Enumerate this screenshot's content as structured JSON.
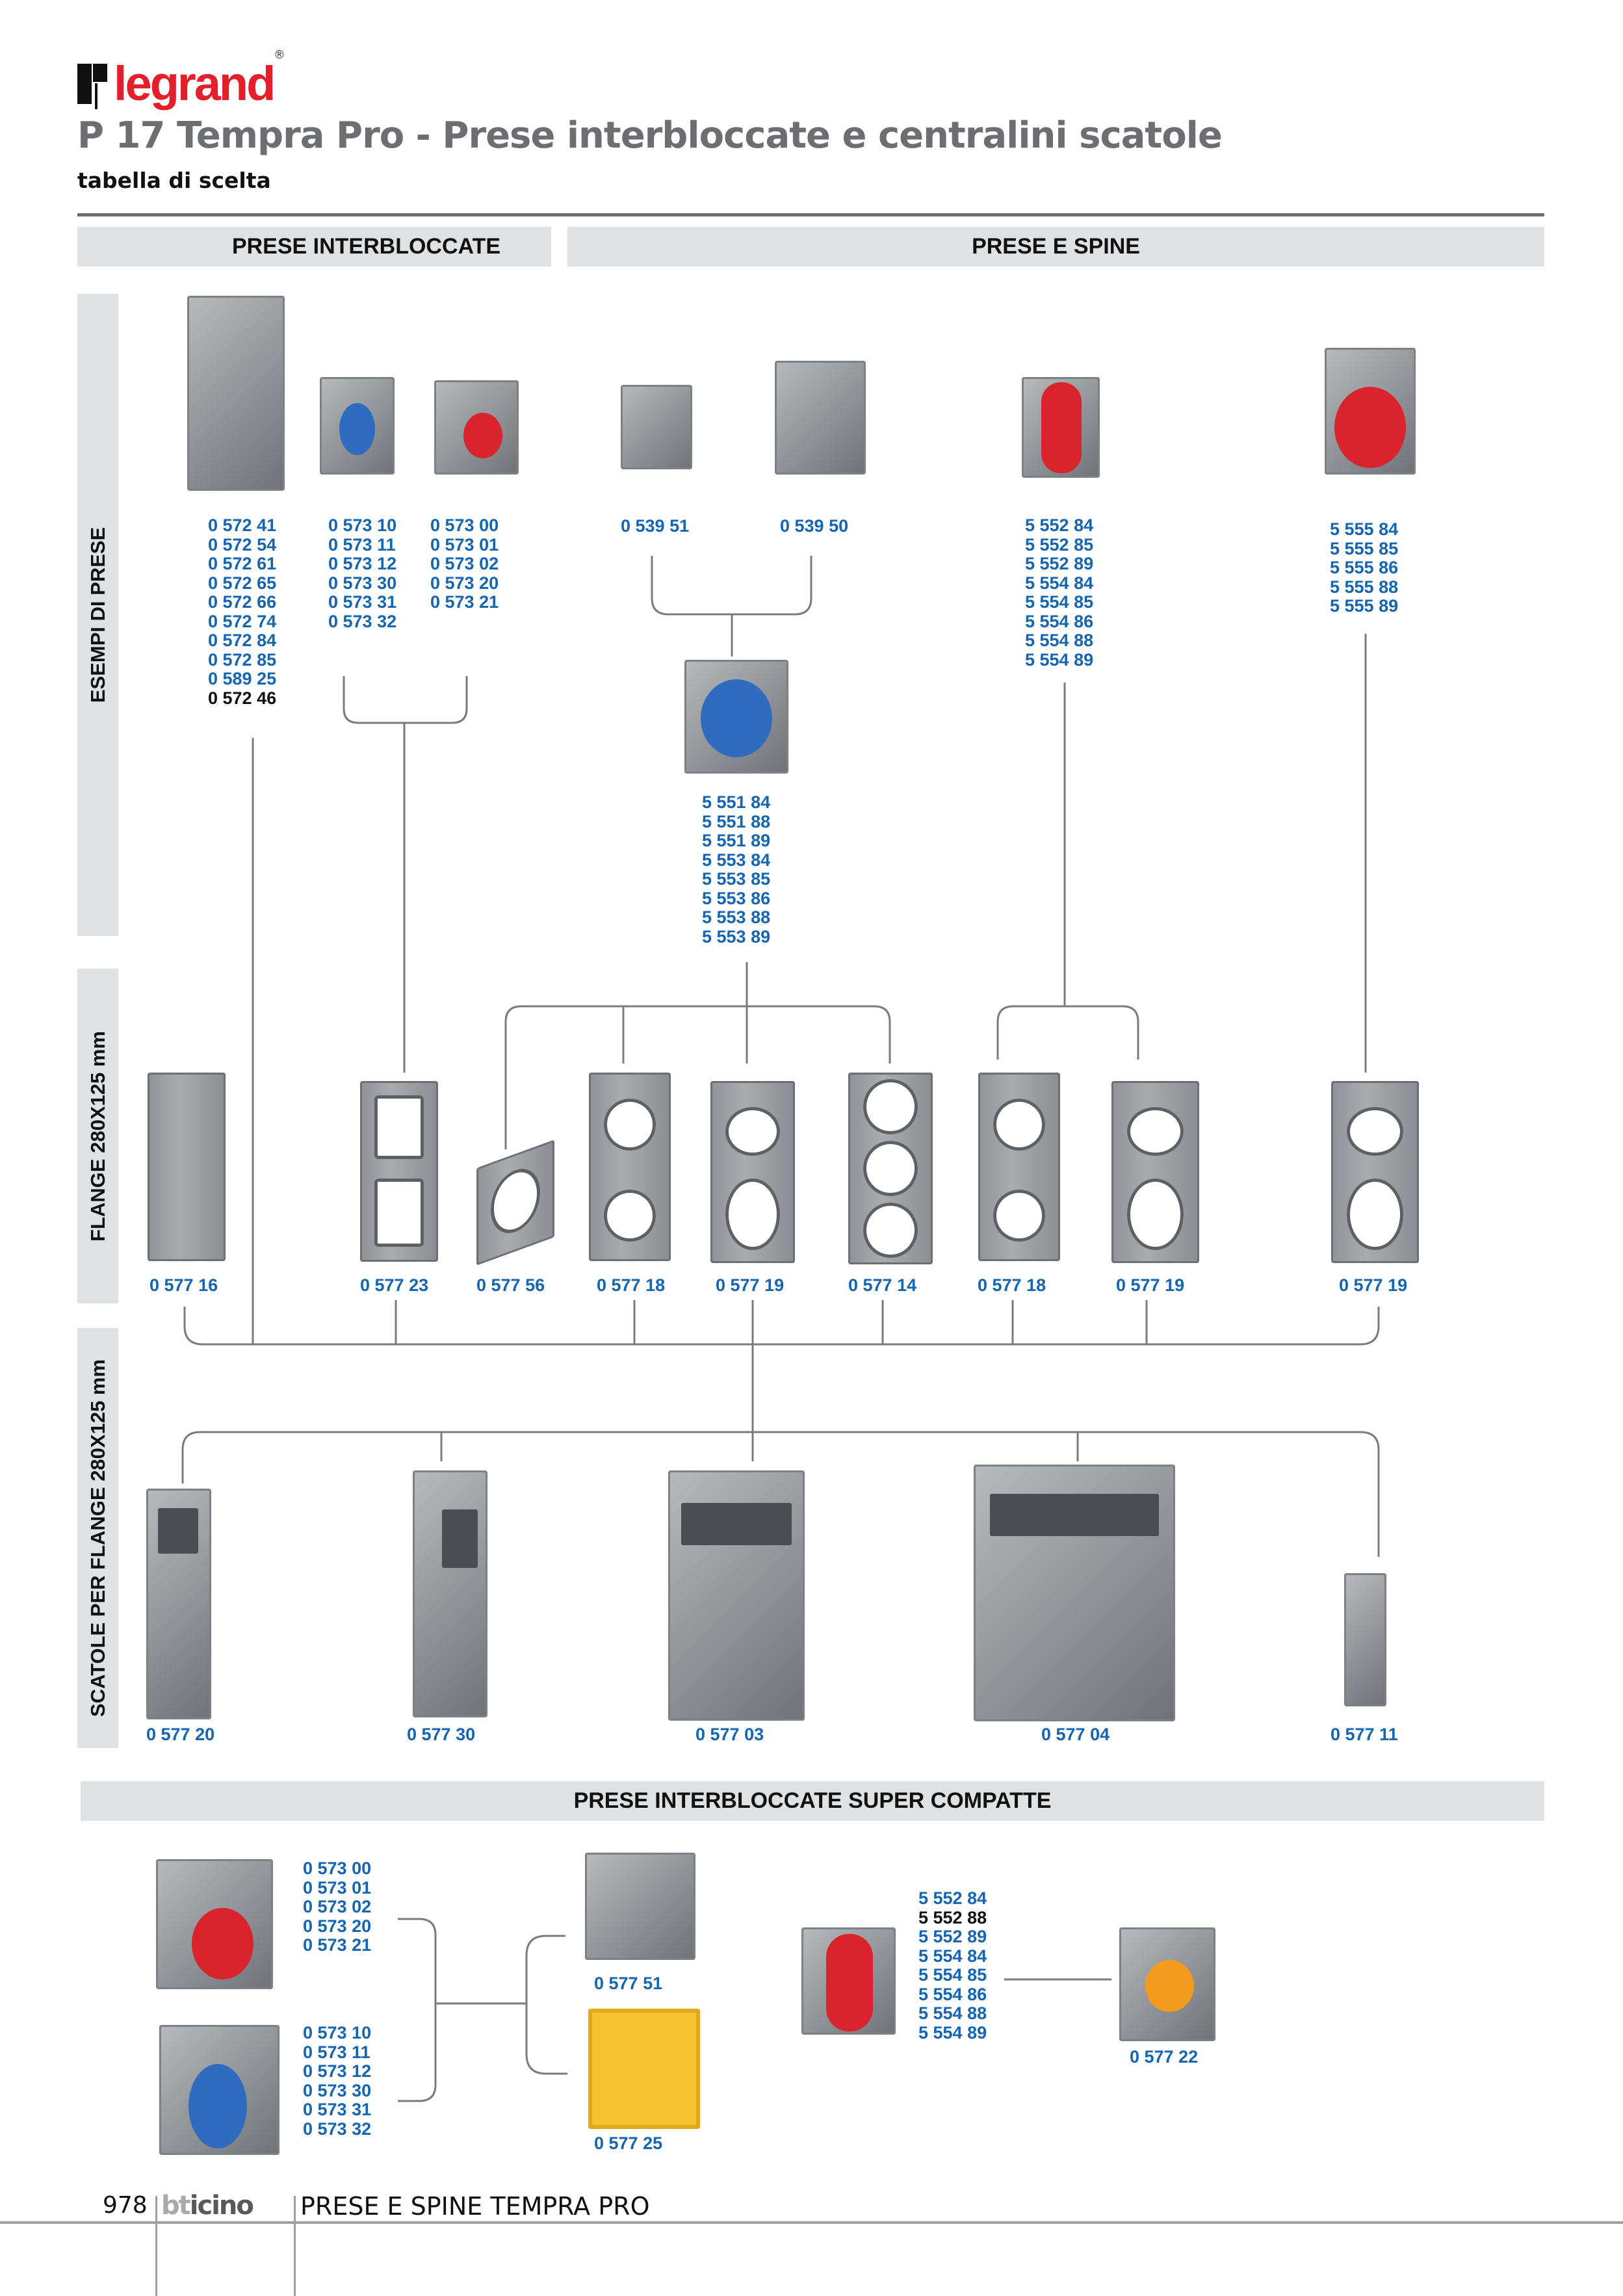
{
  "brand": {
    "logo_text": "legrand",
    "registered": "®"
  },
  "header": {
    "title": "P 17 Tempra Pro - Prese interbloccate e centralini scatole",
    "subtitle": "tabella di scelta"
  },
  "section_headers": {
    "prese_interbloccate": "PRESE INTERBLOCCATE",
    "prese_e_spine": "PRESE E SPINE",
    "super_compatte": "PRESE INTERBLOCCATE SUPER COMPATTE"
  },
  "row_labels": {
    "esempi": "ESEMPI DI PRESE",
    "flange": "FLANGE 280X125 mm",
    "scatole": "SCATOLE PER FLANGE 280X125 mm"
  },
  "esempi_di_prese": {
    "group_1": {
      "codes": [
        "0 572 41",
        "0 572 54",
        "0 572 61",
        "0 572 65",
        "0 572 66",
        "0 572 74",
        "0 572 84",
        "0 572 85",
        "0 589 25"
      ],
      "code_black": "0 572 46"
    },
    "group_2": {
      "codes": [
        "0 573 10",
        "0 573 11",
        "0 573 12",
        "0 573 30",
        "0 573 31",
        "0 573 32"
      ]
    },
    "group_3": {
      "codes": [
        "0 573 00",
        "0 573 01",
        "0 573 02",
        "0 573 20",
        "0 573 21"
      ]
    },
    "group_4a": {
      "code": "0 539 51"
    },
    "group_4b": {
      "code": "0 539 50"
    },
    "group_5": {
      "codes": [
        "5 551 84",
        "5 551 88",
        "5 551 89",
        "5 553 84",
        "5 553 85",
        "5 553 86",
        "5 553 88",
        "5 553 89"
      ]
    },
    "group_6": {
      "codes": [
        "5 552 84",
        "5 552 85",
        "5 552 89",
        "5 554 84",
        "5 554 85",
        "5 554 86",
        "5 554 88",
        "5 554 89"
      ]
    },
    "group_7": {
      "codes": [
        "5 555 84",
        "5 555 85",
        "5 555 86",
        "5 555 88",
        "5 555 89"
      ]
    }
  },
  "flange": [
    "0 577 16",
    "0 577 23",
    "0 577 56",
    "0 577 18",
    "0 577 19",
    "0 577 14",
    "0 577 18",
    "0 577 19",
    "0 577 19"
  ],
  "scatole": [
    "0 577 20",
    "0 577 30",
    "0 577 03",
    "0 577 04",
    "0 577 11"
  ],
  "super_compatte": {
    "red_codes": [
      "0 573 00",
      "0 573 01",
      "0 573 02",
      "0 573 20",
      "0 573 21"
    ],
    "blue_codes": [
      "0 573 10",
      "0 573 11",
      "0 573 12",
      "0 573 30",
      "0 573 31",
      "0 573 32"
    ],
    "box_grey": "0 577 51",
    "box_yellow": "0 577 25",
    "socket_codes": [
      {
        "code": "5 552 84",
        "black": false
      },
      {
        "code": "5 552 88",
        "black": true
      },
      {
        "code": "5 552 89",
        "black": false
      },
      {
        "code": "5 554 84",
        "black": false
      },
      {
        "code": "5 554 85",
        "black": false
      },
      {
        "code": "5 554 86",
        "black": false
      },
      {
        "code": "5 554 88",
        "black": false
      },
      {
        "code": "5 554 89",
        "black": false
      }
    ],
    "box_orange": "0 577 22"
  },
  "footer": {
    "page_number": "978",
    "brand_b": "bt",
    "brand_rest": "icino",
    "section": "PRESE E SPINE TEMPRA PRO"
  },
  "colors": {
    "code_blue": "#1565b0",
    "legrand_red": "#e3202a",
    "bar_grey": "#e0e1e2",
    "title_grey": "#6d6e71"
  }
}
